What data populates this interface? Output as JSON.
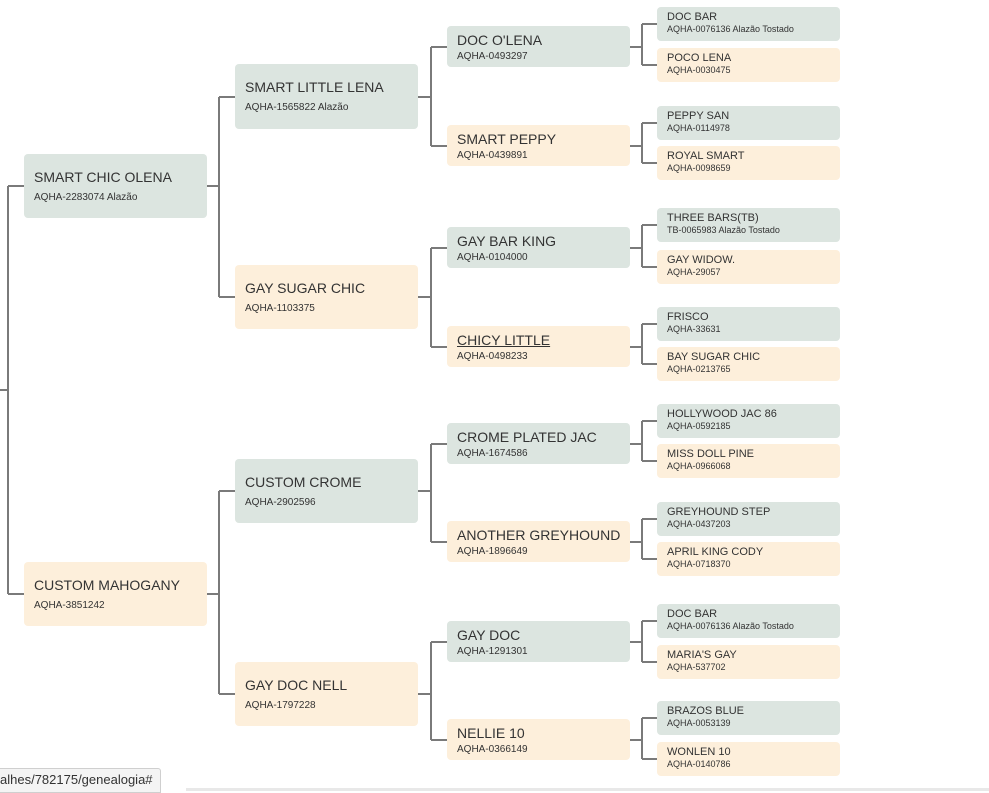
{
  "colors": {
    "male": "#dce5e0",
    "female": "#fdefdb",
    "line": "#7a7a7a"
  },
  "status_url": "alhes/782175/genealogia#",
  "pedigree": {
    "sire": {
      "name": "SMART CHIC OLENA",
      "reg": "AQHA-2283074 Alazão"
    },
    "dam": {
      "name": "CUSTOM MAHOGANY",
      "reg": "AQHA-3851242"
    },
    "sire_sire": {
      "name": "SMART LITTLE LENA",
      "reg": "AQHA-1565822 Alazão"
    },
    "sire_dam": {
      "name": "GAY SUGAR CHIC",
      "reg": "AQHA-1103375"
    },
    "dam_sire": {
      "name": "CUSTOM CROME",
      "reg": "AQHA-2902596"
    },
    "dam_dam": {
      "name": "GAY DOC NELL",
      "reg": "AQHA-1797228"
    },
    "gen3": [
      {
        "name": "DOC O'LENA",
        "reg": "AQHA-0493297"
      },
      {
        "name": "SMART PEPPY",
        "reg": "AQHA-0439891"
      },
      {
        "name": "GAY BAR KING",
        "reg": "AQHA-0104000"
      },
      {
        "name": "CHICY LITTLE",
        "reg": "AQHA-0498233"
      },
      {
        "name": "CROME PLATED JAC",
        "reg": "AQHA-1674586"
      },
      {
        "name": "ANOTHER GREYHOUND",
        "reg": "AQHA-1896649"
      },
      {
        "name": "GAY DOC",
        "reg": "AQHA-1291301"
      },
      {
        "name": "NELLIE 10",
        "reg": "AQHA-0366149"
      }
    ],
    "gen4": [
      {
        "name": "DOC BAR",
        "reg": "AQHA-0076136 Alazão Tostado"
      },
      {
        "name": "POCO LENA",
        "reg": "AQHA-0030475"
      },
      {
        "name": "PEPPY SAN",
        "reg": "AQHA-0114978"
      },
      {
        "name": "ROYAL SMART",
        "reg": "AQHA-0098659"
      },
      {
        "name": "THREE BARS(TB)",
        "reg": "TB-0065983 Alazão Tostado"
      },
      {
        "name": "GAY WIDOW.",
        "reg": "AQHA-29057"
      },
      {
        "name": "FRISCO",
        "reg": "AQHA-33631"
      },
      {
        "name": "BAY SUGAR CHIC",
        "reg": "AQHA-0213765"
      },
      {
        "name": "HOLLYWOOD JAC 86",
        "reg": "AQHA-0592185"
      },
      {
        "name": "MISS DOLL PINE",
        "reg": "AQHA-0966068"
      },
      {
        "name": "GREYHOUND STEP",
        "reg": "AQHA-0437203"
      },
      {
        "name": "APRIL KING CODY",
        "reg": "AQHA-0718370"
      },
      {
        "name": "DOC BAR",
        "reg": "AQHA-0076136 Alazão Tostado"
      },
      {
        "name": "MARIA'S GAY",
        "reg": "AQHA-537702"
      },
      {
        "name": "BRAZOS BLUE",
        "reg": "AQHA-0053139"
      },
      {
        "name": "WONLEN 10",
        "reg": "AQHA-0140786"
      }
    ]
  }
}
